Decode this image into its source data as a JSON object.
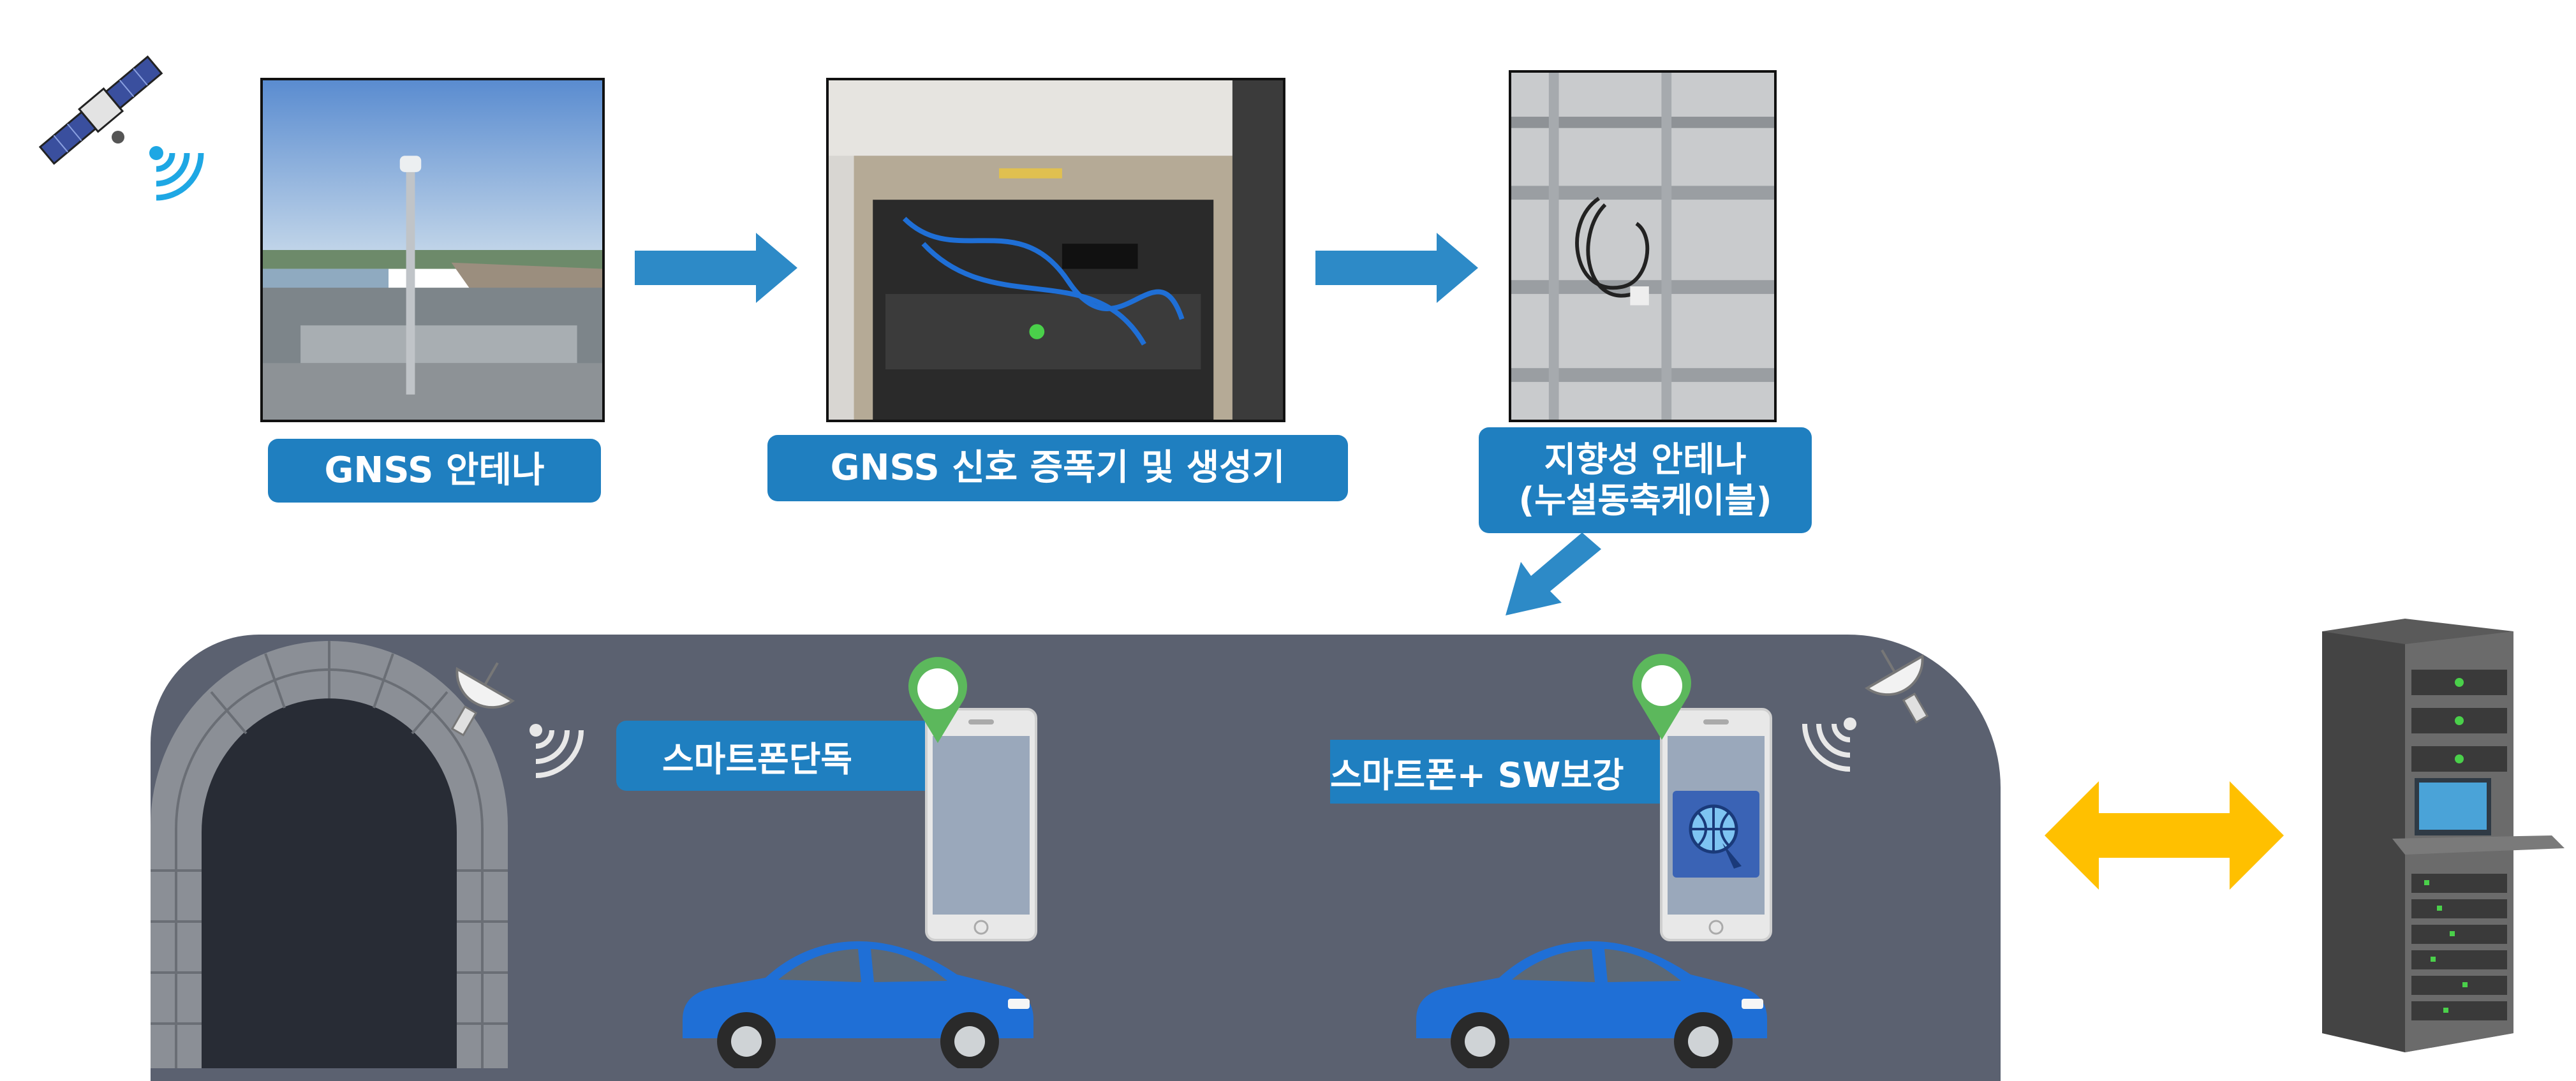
{
  "labels": {
    "antenna": "GNSS 안테나",
    "amplifier": "GNSS 신호 증폭기 및 생성기",
    "directional_line1": "지향성 안테나",
    "directional_line2": "(누설동축케이블)"
  },
  "tunnel": {
    "smartphone_only": "스마트폰단독",
    "smartphone_sw": "스마트폰+ SW보강"
  },
  "colors": {
    "label_bg": "#1f7fc0",
    "arrow_blue": "#2d8ac7",
    "tunnel_wall": "#5b6170",
    "exchange_arrow": "#ffc000",
    "car_blue": "#1f6fd6",
    "pin_green": "#5cb85c"
  },
  "icons": [
    "satellite-icon",
    "wifi-signal-icon",
    "location-pin-icon",
    "smartphone-icon",
    "car-icon",
    "dish-antenna-icon",
    "server-rack-icon",
    "app-globe-icon"
  ]
}
